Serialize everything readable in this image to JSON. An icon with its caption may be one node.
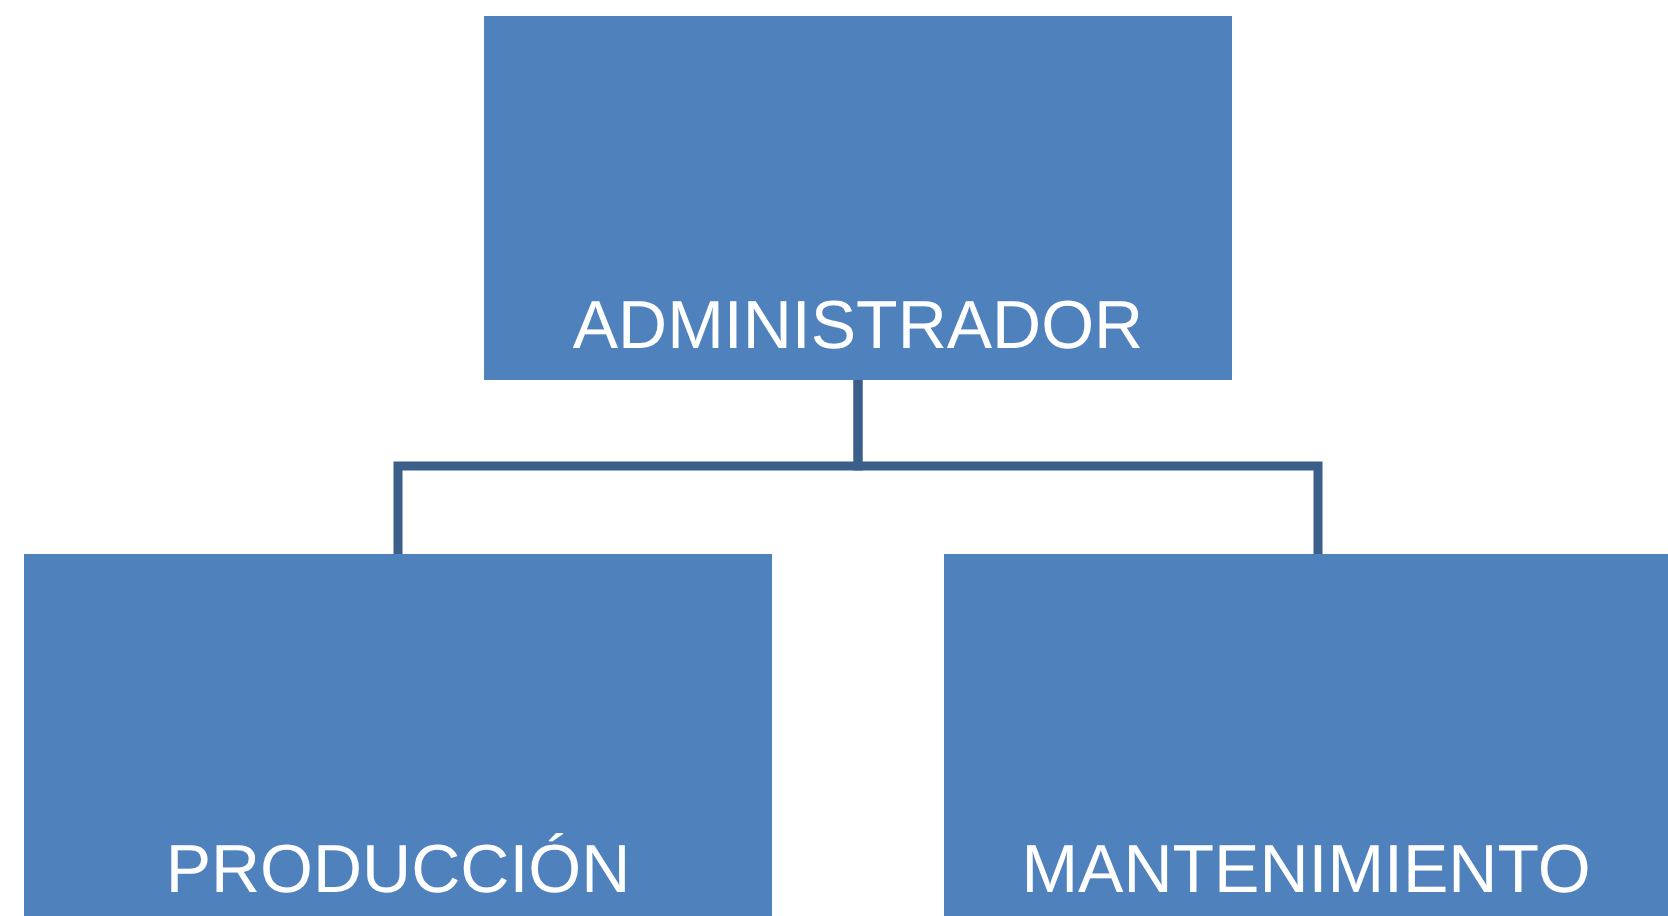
{
  "diagram": {
    "nodes": [
      {
        "text": [
          "ADMINISTRADOR"
        ]
      },
      {
        "text": [
          "PRODUCCIÓN"
        ]
      },
      {
        "text": [
          "MANTENIMIENTO"
        ]
      }
    ],
    "edges": [
      {
        "from": 0,
        "to": 1,
        "arrow": "none"
      },
      {
        "from": 0,
        "to": 2,
        "arrow": "none"
      }
    ]
  }
}
